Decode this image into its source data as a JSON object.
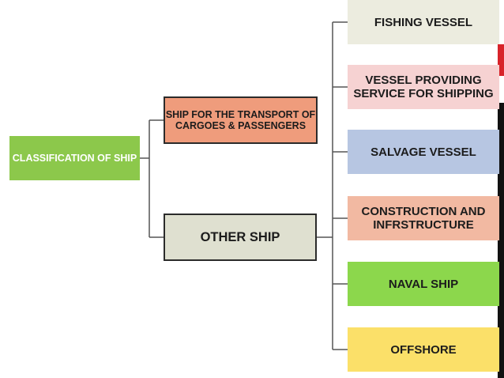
{
  "diagram": {
    "root": {
      "label": "CLASSIFICATION OF SHIP"
    },
    "level1": [
      {
        "label": "SHIP FOR THE TRANSPORT OF CARGOES & PASSENGERS"
      },
      {
        "label": "OTHER SHIP"
      }
    ],
    "level2": [
      {
        "label": "FISHING VESSEL"
      },
      {
        "label": "VESSEL PROVIDING SERVICE FOR SHIPPING"
      },
      {
        "label": "SALVAGE VESSEL"
      },
      {
        "label": "CONSTRUCTION AND INFRSTRUCTURE"
      },
      {
        "label": "NAVAL SHIP"
      },
      {
        "label": "OFFSHORE"
      }
    ]
  },
  "colors": {
    "root": "#8cc84b",
    "cargo": "#ef9c7c",
    "other": "#dfe0d0",
    "fishing": "#ececdf",
    "service": "#f6d2d2",
    "salvage": "#b7c6e2",
    "construction": "#f2b9a2",
    "naval": "#8cd74c",
    "offshore": "#fbe069",
    "connector": "#555555",
    "edge_accent": "#d8232a"
  }
}
